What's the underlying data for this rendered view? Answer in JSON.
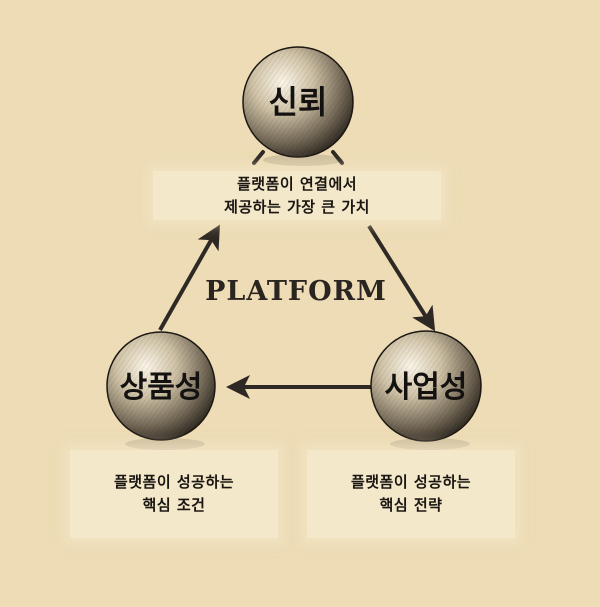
{
  "center_title": "PLATFORM",
  "nodes": {
    "trust": {
      "label": "신뢰",
      "caption_lines": [
        "플랫폼이 연결에서",
        "제공하는 가장 큰 가치"
      ]
    },
    "product": {
      "label": "상품성",
      "caption_lines": [
        "플랫폼이 성공하는",
        "핵심 조건"
      ]
    },
    "business": {
      "label": "사업성",
      "caption_lines": [
        "플랫폼이 성공하는",
        "핵심 전략"
      ]
    }
  },
  "colors": {
    "background": "#eddcb5",
    "caption_box": "#f4e8cb",
    "ink": "#2a2520",
    "sphere_light": "#fbf5e8",
    "sphere_dark": "#1c1812"
  }
}
